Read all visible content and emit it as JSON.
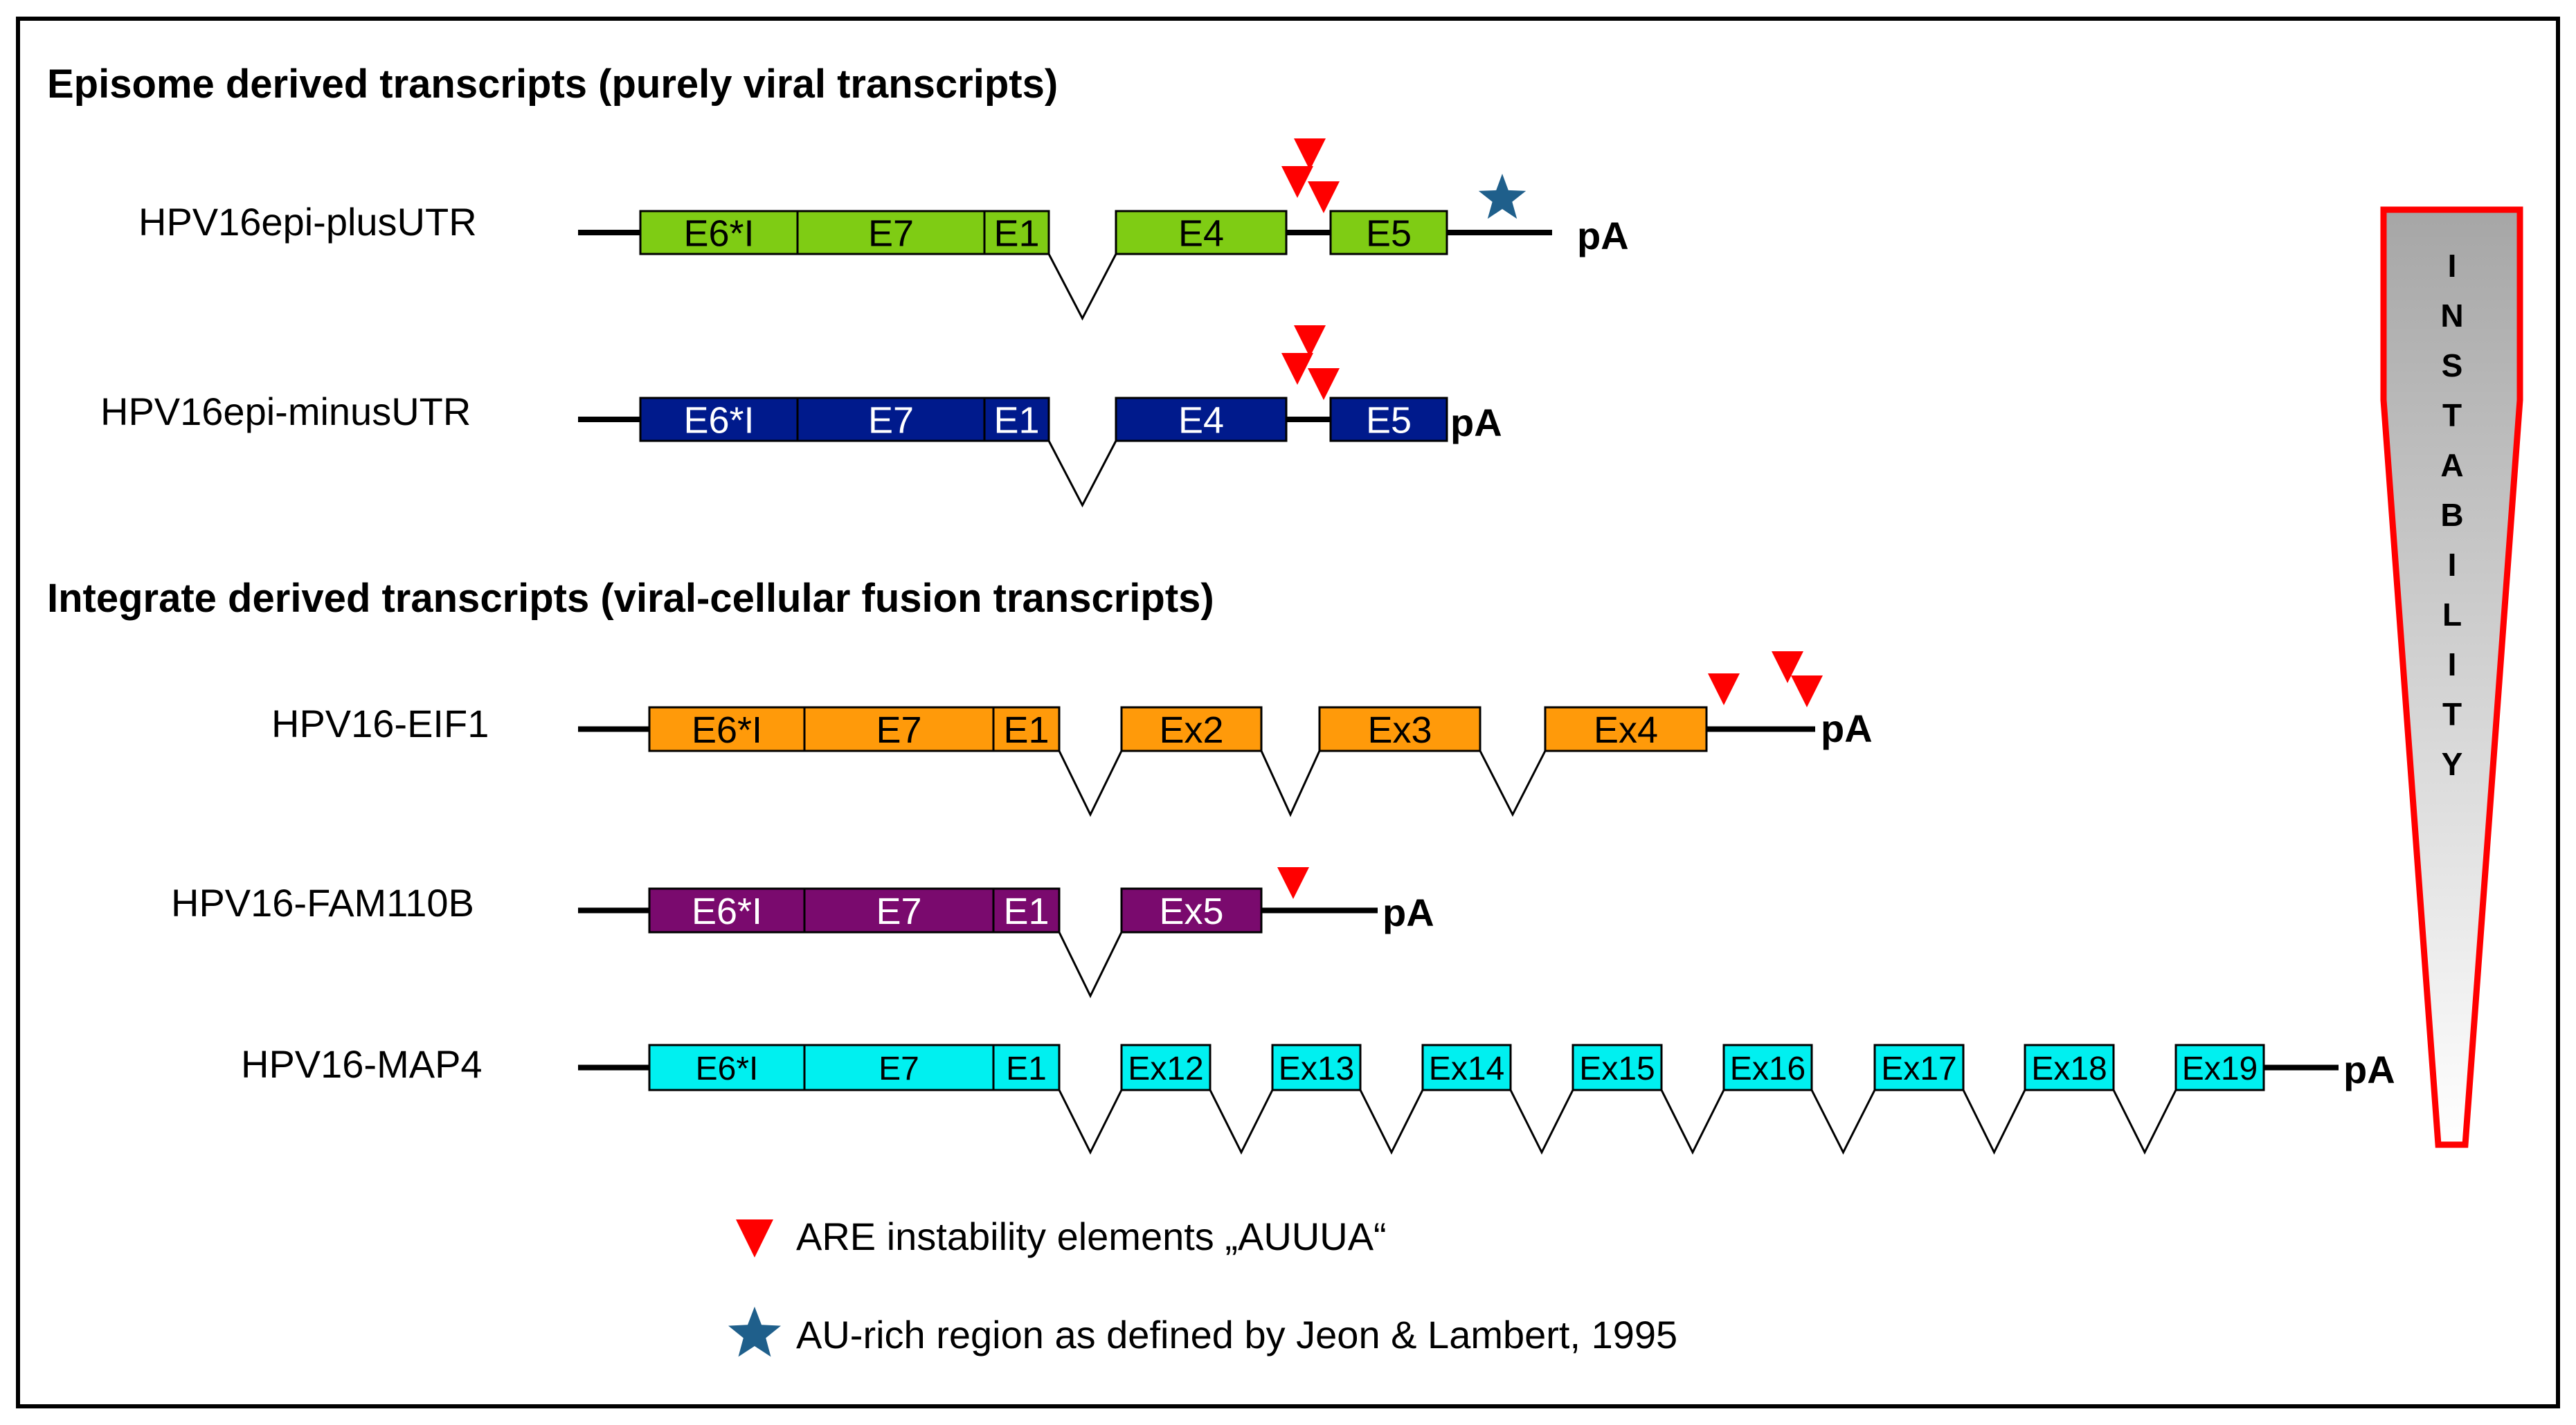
{
  "sections": [
    {
      "title": "Episome derived transcripts (purely viral transcripts)"
    },
    {
      "title": "Integrate derived transcripts (viral-cellular fusion transcripts)"
    }
  ],
  "transcripts": [
    {
      "label": "HPV16epi-plusUTR",
      "color": "#7fcc14",
      "text_color": "#000000",
      "exons": [
        {
          "labels": [
            "E6*I",
            "E7",
            "E1"
          ]
        },
        {
          "labels": [
            "E4"
          ]
        },
        {
          "labels": [
            "E5"
          ]
        }
      ],
      "tail": "pA",
      "are_elements": 3,
      "au_rich_star": true
    },
    {
      "label": "HPV16epi-minusUTR",
      "color": "#001a8c",
      "text_color": "#ffffff",
      "exons": [
        {
          "labels": [
            "E6*I",
            "E7",
            "E1"
          ]
        },
        {
          "labels": [
            "E4"
          ]
        },
        {
          "labels": [
            "E5"
          ]
        }
      ],
      "tail": "pA",
      "are_elements": 3,
      "au_rich_star": false
    },
    {
      "label": "HPV16-EIF1",
      "color": "#ff9a0a",
      "text_color": "#000000",
      "exons": [
        {
          "labels": [
            "E6*I",
            "E7",
            "E1"
          ]
        },
        {
          "labels": [
            "Ex2"
          ]
        },
        {
          "labels": [
            "Ex3"
          ]
        },
        {
          "labels": [
            "Ex4"
          ]
        }
      ],
      "tail": "pA",
      "are_elements": 3,
      "au_rich_star": false
    },
    {
      "label": "HPV16-FAM110B",
      "color": "#7a0a6e",
      "text_color": "#ffffff",
      "exons": [
        {
          "labels": [
            "E6*I",
            "E7",
            "E1"
          ]
        },
        {
          "labels": [
            "Ex5"
          ]
        }
      ],
      "tail": "pA",
      "are_elements": 1,
      "au_rich_star": false
    },
    {
      "label": "HPV16-MAP4",
      "color": "#00f0f0",
      "text_color": "#000000",
      "exons": [
        {
          "labels": [
            "E6*I",
            "E7",
            "E1"
          ]
        },
        {
          "labels": [
            "Ex12"
          ]
        },
        {
          "labels": [
            "Ex13"
          ]
        },
        {
          "labels": [
            "Ex14"
          ]
        },
        {
          "labels": [
            "Ex15"
          ]
        },
        {
          "labels": [
            "Ex16"
          ]
        },
        {
          "labels": [
            "Ex17"
          ]
        },
        {
          "labels": [
            "Ex18"
          ]
        },
        {
          "labels": [
            "Ex19"
          ]
        }
      ],
      "tail": "pA",
      "are_elements": 0,
      "au_rich_star": false
    }
  ],
  "instability": {
    "letters": [
      "I",
      "N",
      "S",
      "T",
      "A",
      "B",
      "I",
      "L",
      "I",
      "T",
      "Y"
    ],
    "outline_color": "#ff0000"
  },
  "legend": {
    "are": {
      "label": "ARE instability elements „AUUUA“",
      "color": "#ff0000"
    },
    "au_rich": {
      "label": "AU-rich region as defined by Jeon & Lambert, 1995",
      "color": "#1f5f8b"
    }
  }
}
